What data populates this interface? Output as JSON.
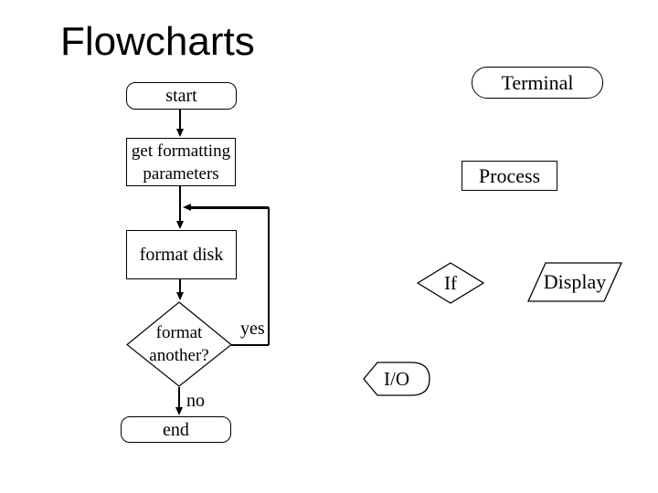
{
  "slide": {
    "title": "Flowcharts"
  },
  "flowchart": {
    "nodes": {
      "start": "start",
      "get_params": "get formatting parameters",
      "format_disk": "format disk",
      "decision": "format another?",
      "end": "end"
    },
    "branch_labels": {
      "yes": "yes",
      "no": "no"
    }
  },
  "legend": {
    "terminal": "Terminal",
    "process": "Process",
    "if": "If",
    "display": "Display",
    "io": "I/O"
  },
  "colors": {
    "background": "#ffffff",
    "ink": "#000000"
  }
}
